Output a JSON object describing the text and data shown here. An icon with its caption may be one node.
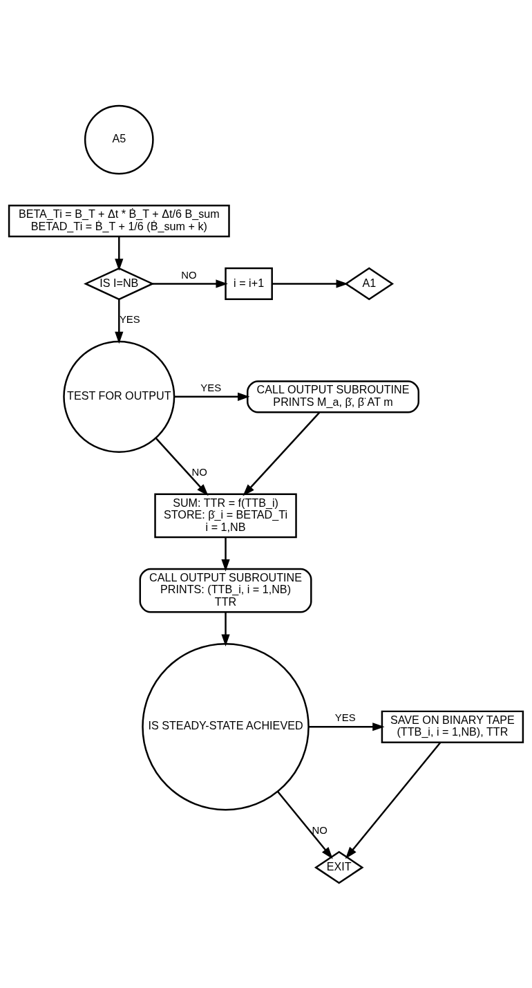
{
  "diagram": {
    "nodes": [
      {
        "text": [
          "A5"
        ]
      },
      {
        "text": [
          "BETA_Ti = B_T + Δt * Ḃ_T + Δt/6 B_sum",
          "BETAD_Ti = Ḃ_T + 1/6 (Ḃ_sum + k)"
        ]
      },
      {
        "text": [
          "IS I=NB"
        ]
      },
      {
        "text": [
          "i = i+1"
        ]
      },
      {
        "text": [
          "A1"
        ]
      },
      {
        "text": [
          "TEST FOR OUTPUT"
        ]
      },
      {
        "text": [
          "CALL OUTPUT SUBROUTINE",
          "PRINTS M_a, β̇, β̈ AT m"
        ]
      },
      {
        "text": [
          "SUM: TTR = f(TTB_i)",
          "STORE: β̇_i = BETAD_Ti",
          "i = 1,NB"
        ]
      },
      {
        "text": [
          "CALL OUTPUT SUBROUTINE",
          "PRINTS: (TTB_i, i = 1,NB)",
          "TTR"
        ]
      },
      {
        "text": [
          "IS STEADY-STATE ACHIEVED"
        ]
      },
      {
        "text": [
          "SAVE ON BINARY TAPE",
          "(TTB_i, i = 1,NB), TTR"
        ]
      },
      {
        "text": [
          "EXIT"
        ]
      }
    ],
    "edges": [
      {
        "from": 1,
        "to": 2,
        "arrow": "to"
      },
      {
        "from": 2,
        "to": 3,
        "arrow": "to",
        "label": "NO"
      },
      {
        "from": 3,
        "to": 4,
        "arrow": "to"
      },
      {
        "from": 2,
        "to": 5,
        "arrow": "to",
        "label": "YES"
      },
      {
        "from": 5,
        "to": 6,
        "arrow": "to",
        "label": "YES"
      },
      {
        "from": 5,
        "to": 7,
        "arrow": "to",
        "label": "NO"
      },
      {
        "from": 6,
        "to": 7,
        "arrow": "to"
      },
      {
        "from": 7,
        "to": 8,
        "arrow": "to"
      },
      {
        "from": 8,
        "to": 9,
        "arrow": "to"
      },
      {
        "from": 9,
        "to": 10,
        "arrow": "to",
        "label": "YES"
      },
      {
        "from": 9,
        "to": 11,
        "arrow": "to",
        "label": "NO"
      },
      {
        "from": 10,
        "to": 11,
        "arrow": "to"
      }
    ]
  }
}
